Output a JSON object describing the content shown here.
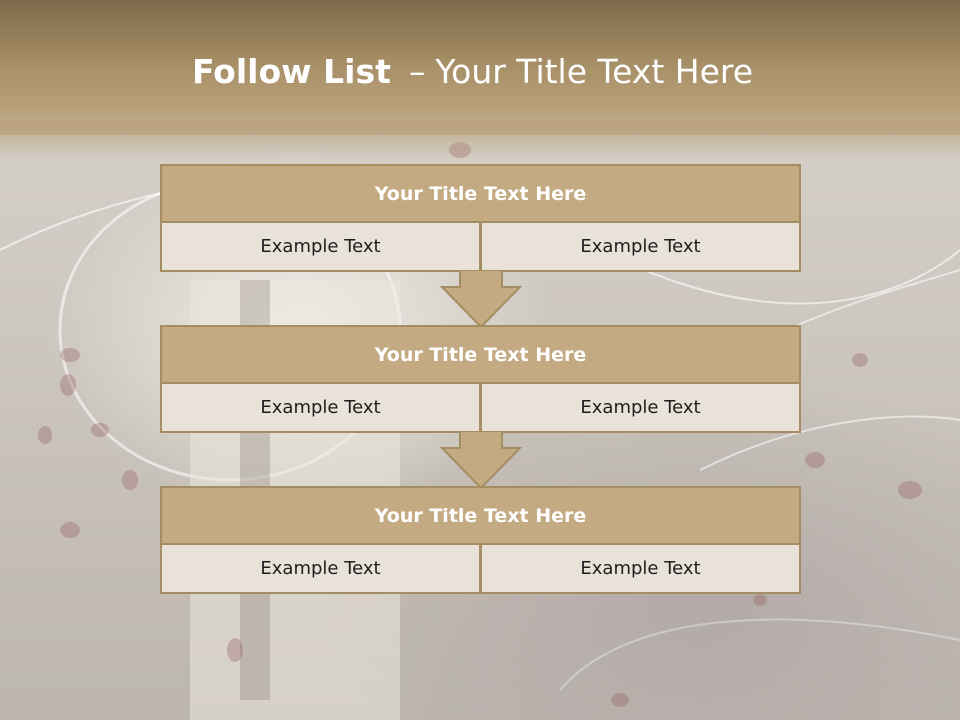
{
  "slide": {
    "title_bold": "Follow List",
    "title_separator": "–",
    "title_rest": "Your Title Text Here"
  },
  "blocks": [
    {
      "title": "Your Title Text Here",
      "left": "Example Text",
      "right": "Example Text"
    },
    {
      "title": "Your Title Text Here",
      "left": "Example Text",
      "right": "Example Text"
    },
    {
      "title": "Your Title Text Here",
      "left": "Example Text",
      "right": "Example Text"
    }
  ],
  "colors": {
    "header": "#a58d65",
    "block_title_fill": "#c4aa82",
    "cell_fill": "#e8e2d9",
    "border": "#a58d62",
    "arrow_fill": "#c4aa82"
  }
}
